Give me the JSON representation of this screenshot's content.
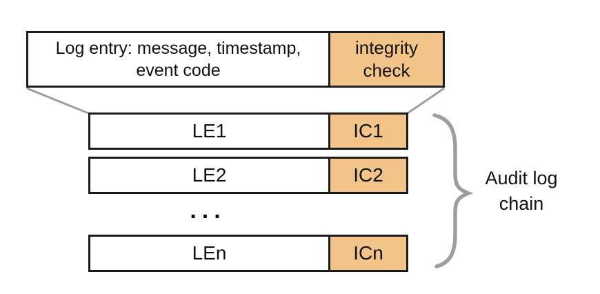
{
  "diagram": {
    "detail_box": {
      "log_entry_line1": "Log entry: message, timestamp,",
      "log_entry_line2": "event code",
      "integrity_line1": "integrity",
      "integrity_line2": "check"
    },
    "rows": [
      {
        "le": "LE1",
        "ic": "IC1"
      },
      {
        "le": "LE2",
        "ic": "IC2"
      },
      {
        "le": "LEn",
        "ic": "ICn"
      }
    ],
    "ellipsis": "...",
    "brace_label": "Audit log chain",
    "colors": {
      "highlight": "#F2C48A",
      "border": "#1C1C1C",
      "callout_gray": "#9E9E9E"
    }
  }
}
